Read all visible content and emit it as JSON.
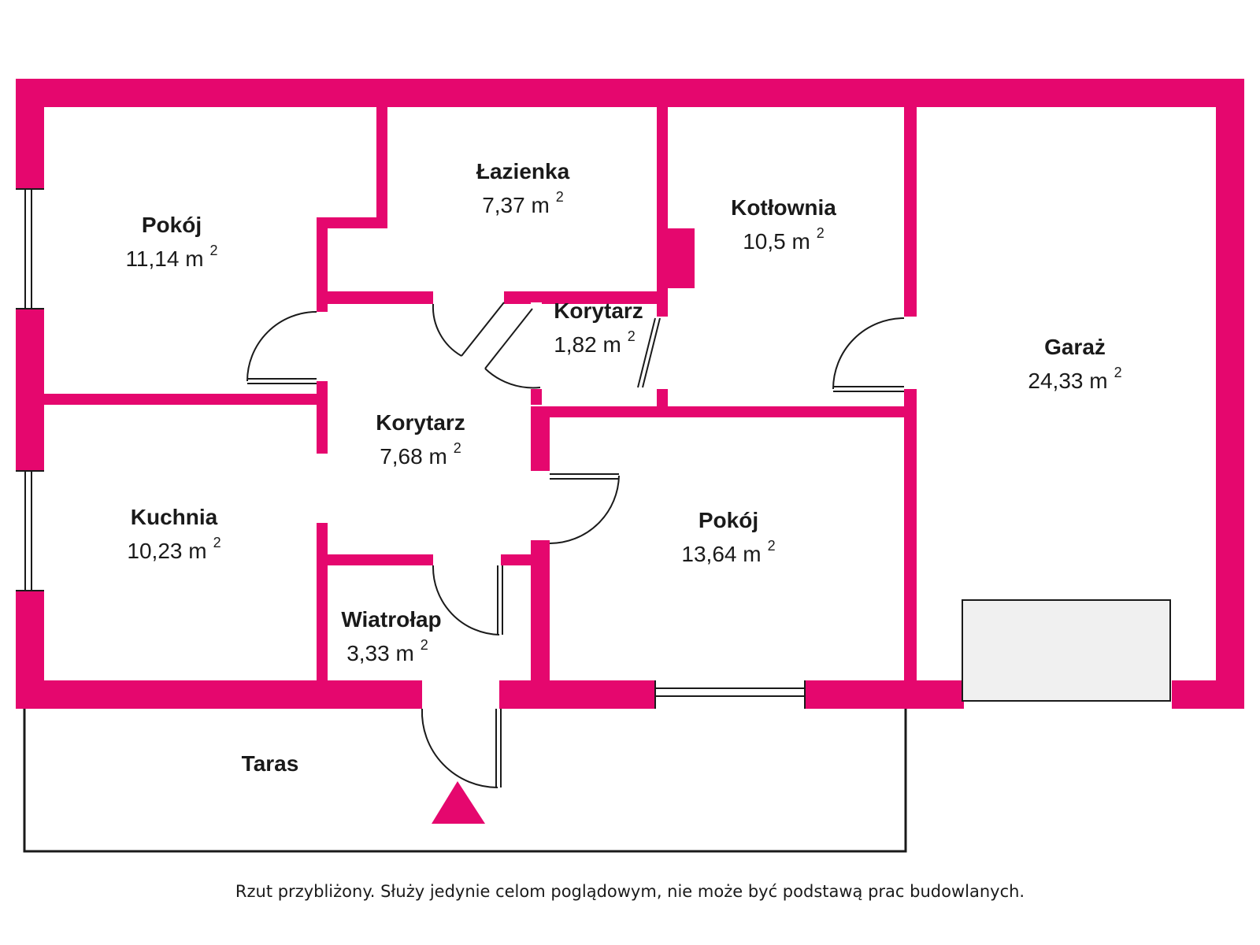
{
  "colors": {
    "wall": "#E5076E",
    "line": "#1a1a1a",
    "background": "#ffffff",
    "appliance": "#f0f0f0"
  },
  "area_unit": "m",
  "area_exponent": "2",
  "rooms": [
    {
      "id": "pokoj-1",
      "name": "Pokój",
      "area": "11,14"
    },
    {
      "id": "lazienka",
      "name": "Łazienka",
      "area": "7,37"
    },
    {
      "id": "kotlownia",
      "name": "Kotłownia",
      "area": "10,5"
    },
    {
      "id": "korytarz-small",
      "name": "Korytarz",
      "area": "1,82"
    },
    {
      "id": "garaz",
      "name": "Garaż",
      "area": "24,33"
    },
    {
      "id": "korytarz-main",
      "name": "Korytarz",
      "area": "7,68"
    },
    {
      "id": "kuchnia",
      "name": "Kuchnia",
      "area": "10,23"
    },
    {
      "id": "pokoj-2",
      "name": "Pokój",
      "area": "13,64"
    },
    {
      "id": "wiatrolap",
      "name": "Wiatrołap",
      "area": "3,33"
    }
  ],
  "outside": {
    "taras": "Taras"
  },
  "entrance_icon": "entrance-triangle-icon",
  "disclaimer": "Rzut przybliżony. Służy jedynie celom poglądowym, nie może być podstawą prac budowlanych."
}
